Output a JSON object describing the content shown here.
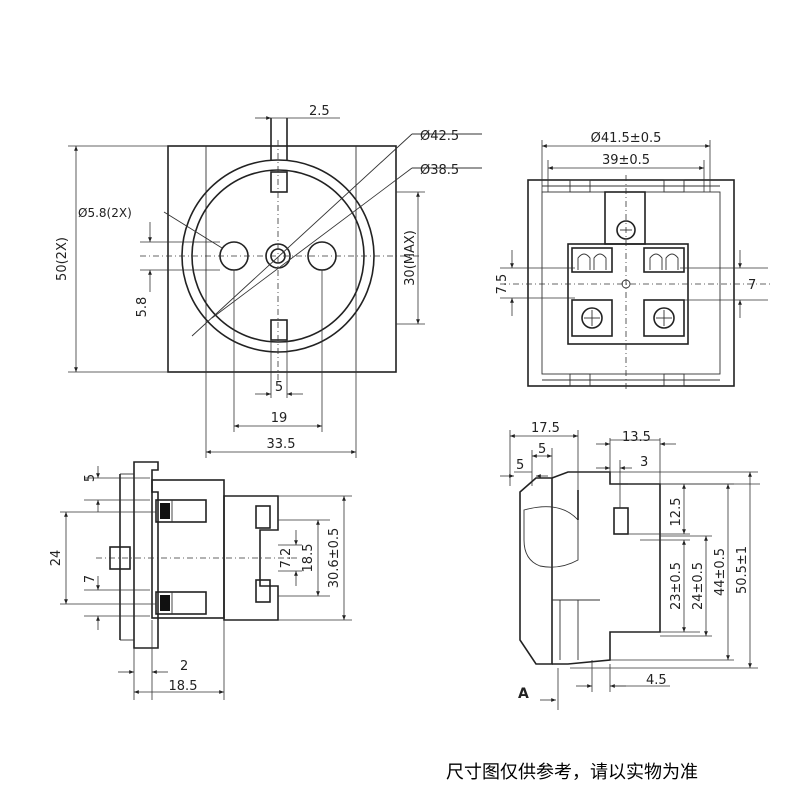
{
  "views": {
    "front": {
      "dims": {
        "pin_width": "2.5",
        "outer_dia": "Ø42.5",
        "inner_dia": "Ø38.5",
        "pin_hole_dia": "Ø5.8(2X)",
        "height": "50(2X)",
        "depth_max": "30(MAX)",
        "pin_offset": "5.8",
        "slot_5": "5",
        "slot_19": "19",
        "width_33_5": "33.5"
      }
    },
    "rear": {
      "dims": {
        "dia_41_5": "Ø41.5±0.5",
        "w_39": "39±0.5",
        "h_7_5": "7.5",
        "h_7": "7"
      }
    },
    "side_left": {
      "dims": {
        "v_5": "5",
        "v_24": "24",
        "v_7": "7",
        "v_7_2": "7.2",
        "v_18_5": "18.5",
        "v_30_6": "30.6±0.5",
        "h_2": "2",
        "h_18_5": "18.5"
      }
    },
    "side_right": {
      "dims": {
        "h_17_5": "17.5",
        "h_5a": "5",
        "h_5b": "5",
        "h_13_5": "13.5",
        "h_3": "3",
        "v_12_5": "12.5",
        "v_23": "23±0.5",
        "v_24": "24±0.5",
        "v_44": "44±0.5",
        "v_50_5": "50.5±1",
        "h_4_5": "4.5",
        "section_mark": "A"
      }
    }
  },
  "note": "尺寸图仅供参考，请以实物为准"
}
